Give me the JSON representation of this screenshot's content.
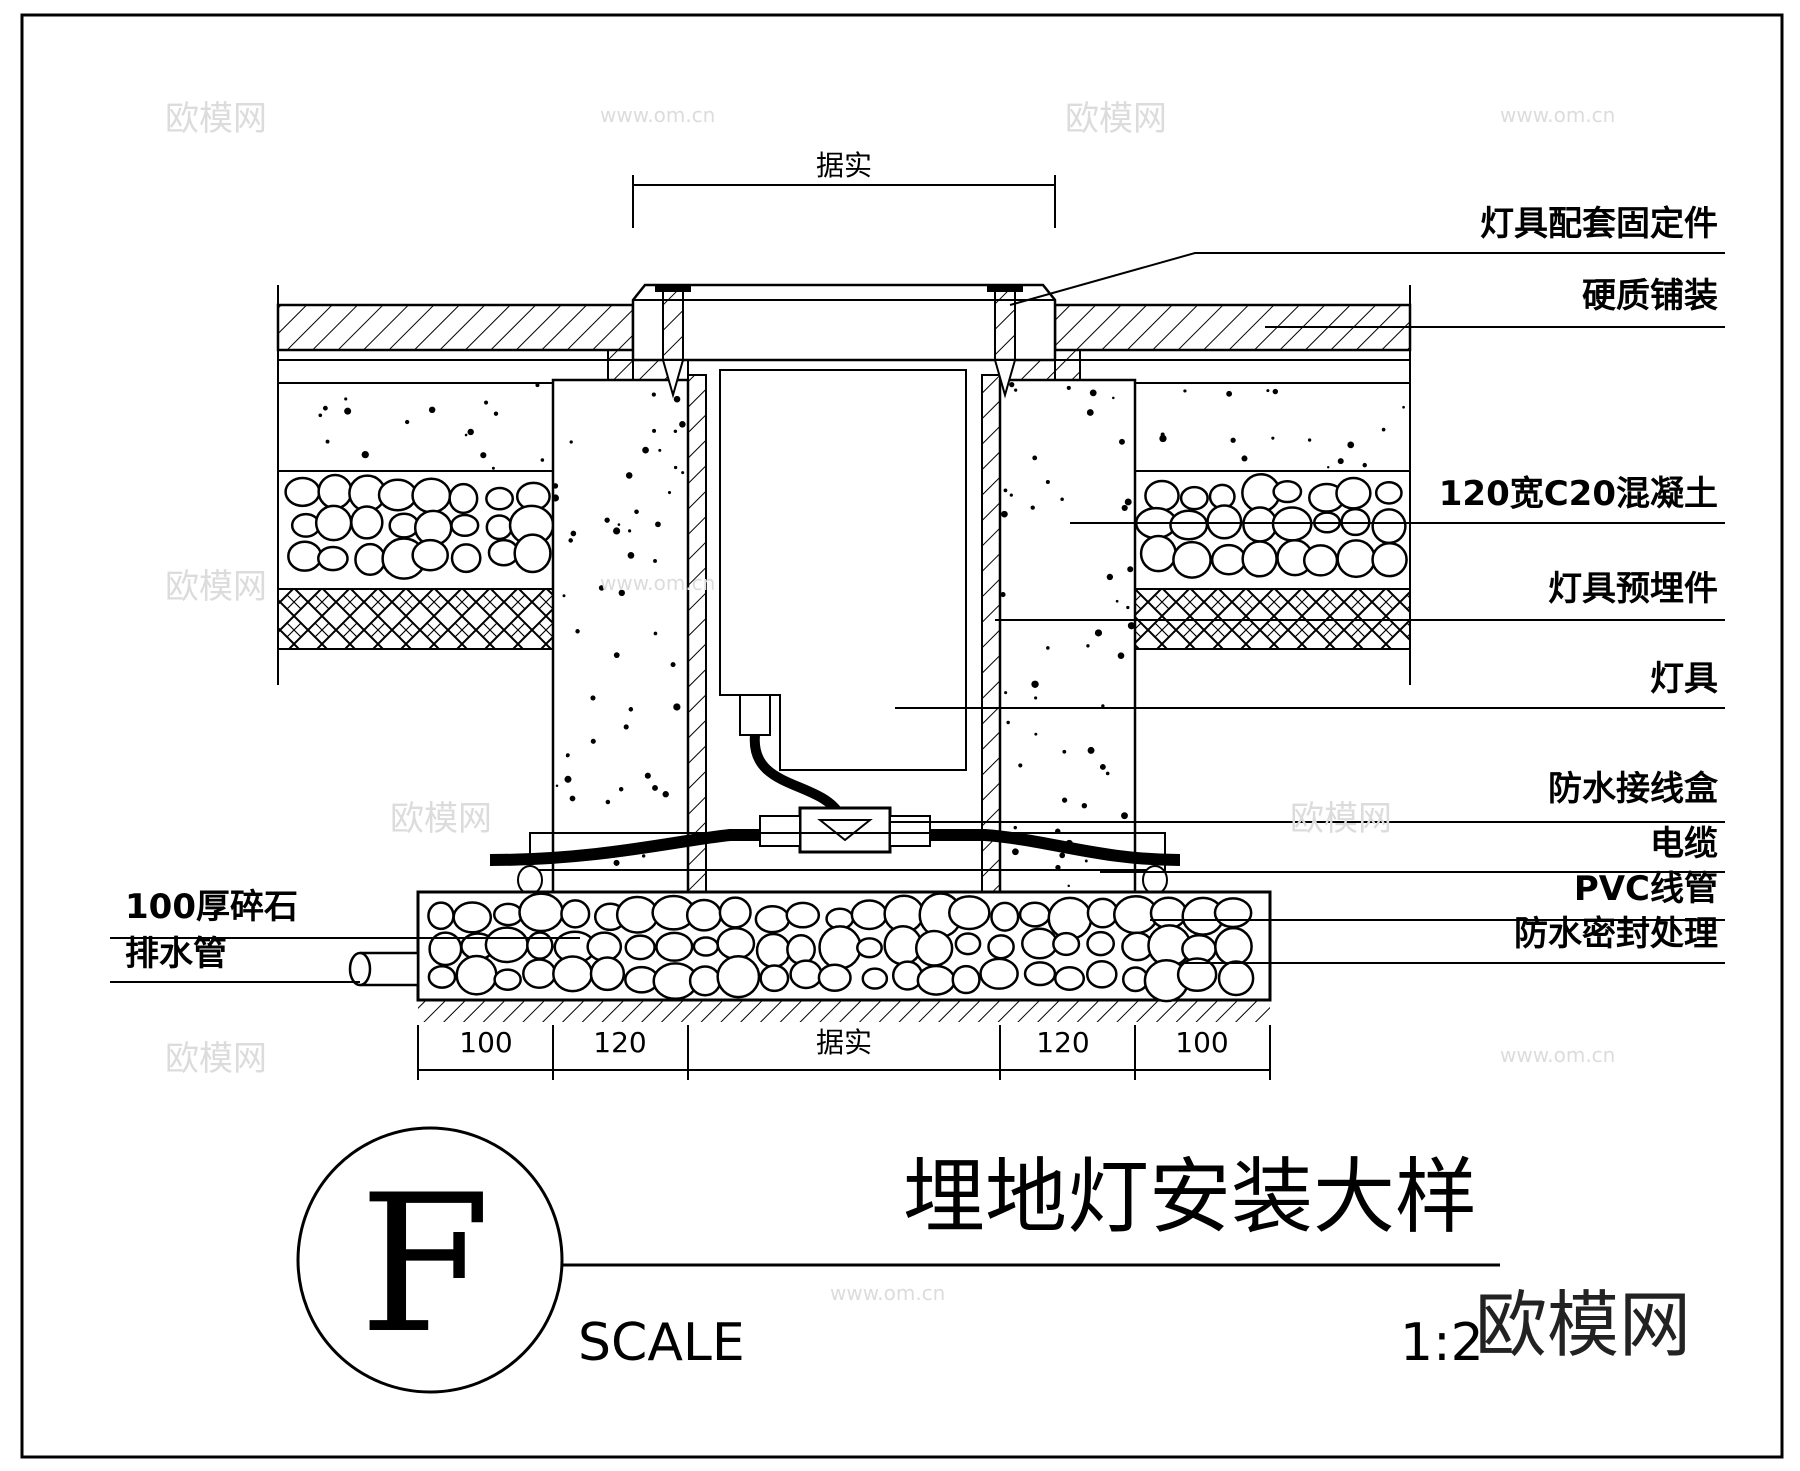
{
  "top_dimension_label": "据实",
  "callouts": {
    "fixing": "灯具配套固定件",
    "paving": "硬质铺装",
    "concrete": "120宽C20混凝土",
    "embedded": "灯具预埋件",
    "fixture": "灯具",
    "junction_box": "防水接线盒",
    "cable": "电缆",
    "pvc": "PVC线管",
    "seal": "防水密封处理",
    "gravel": "100厚碎石",
    "drain": "排水管"
  },
  "bottom_dimensions": [
    "100",
    "120",
    "据实",
    "120",
    "100"
  ],
  "title": "埋地灯安装大样",
  "detail_letter": "F",
  "scale_label": "SCALE",
  "scale_value": "1:2",
  "watermark": {
    "brand": "欧模网",
    "url": "www.om.cn"
  }
}
